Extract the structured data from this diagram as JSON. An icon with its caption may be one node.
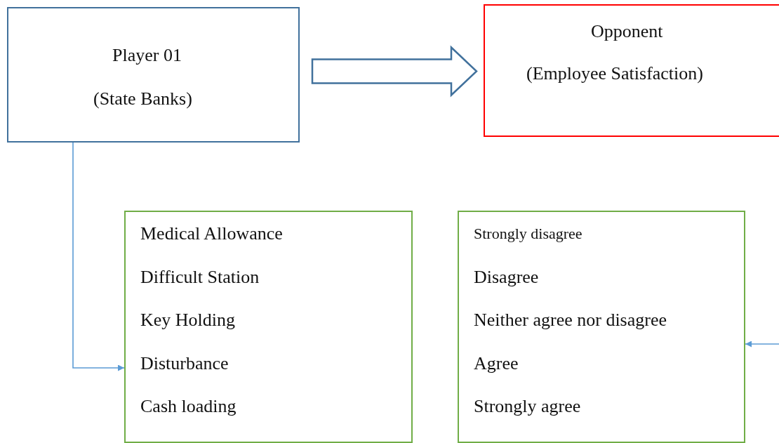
{
  "diagram": {
    "nodes": [
      {
        "text": [
          "Player 01",
          "(State Banks)"
        ]
      },
      {
        "text": [
          "Opponent",
          "(Employee Satisfaction)"
        ]
      },
      {
        "text": [
          "Medical Allowance",
          "Difficult Station",
          "Key Holding",
          "Disturbance",
          "Cash loading"
        ]
      },
      {
        "text": [
          "Strongly disagree",
          "Disagree",
          "Neither agree nor disagree",
          "Agree",
          "Strongly agree"
        ]
      }
    ],
    "edges": [
      {
        "from": 0,
        "to": 1,
        "arrow": "to",
        "style": "thick",
        "color": "#41719c"
      },
      {
        "from": 0,
        "to": 2,
        "arrow": "to"
      },
      {
        "from": null,
        "to": 3,
        "arrow": "to"
      }
    ]
  }
}
